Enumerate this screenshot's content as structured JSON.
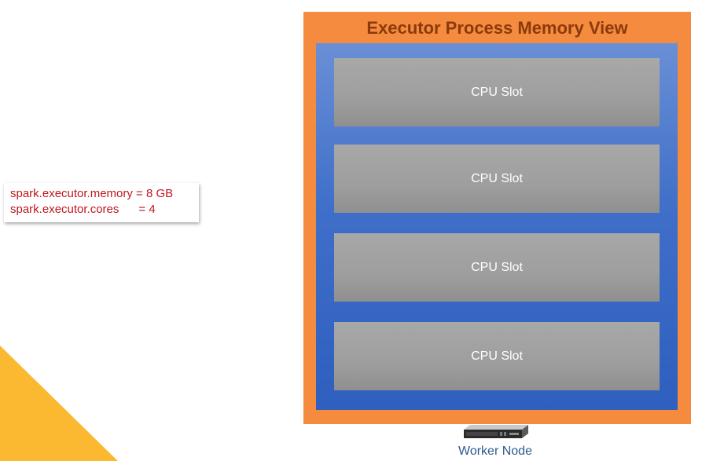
{
  "config": {
    "line1": "spark.executor.memory = 8 GB",
    "line2": "spark.executor.cores      = 4"
  },
  "executor": {
    "title": "Executor Process Memory View",
    "slots": [
      "CPU Slot",
      "CPU Slot",
      "CPU Slot",
      "CPU Slot"
    ]
  },
  "worker": {
    "label": "Worker Node",
    "icon": "server-rack-icon"
  },
  "colors": {
    "executor_frame": "#f58b3e",
    "memory_area": "#3f6fc9",
    "slot": "#a0a0a0",
    "config_text": "#c0171e",
    "corner_accent": "#fbb931"
  }
}
